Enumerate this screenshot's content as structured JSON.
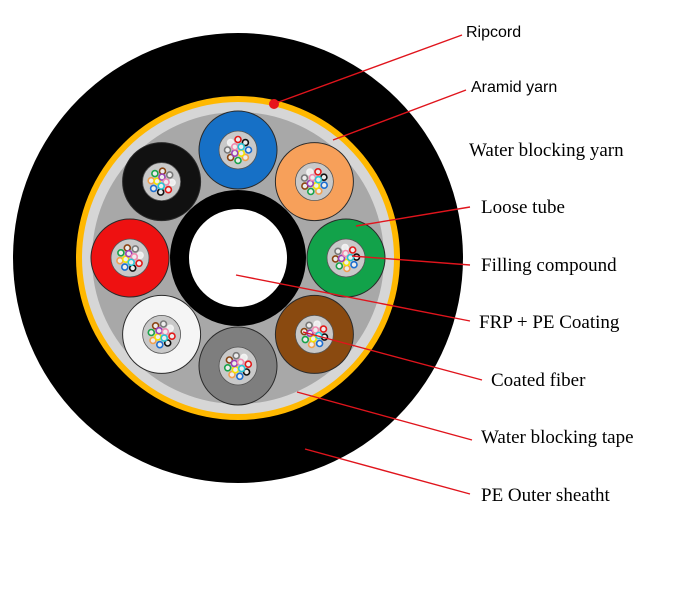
{
  "labels": {
    "ripcord": "Ripcord",
    "aramid_yarn": "Aramid yarn",
    "water_blocking_yarn": "Water blocking yarn",
    "loose_tube": "Loose tube",
    "filling_compound": "Filling compound",
    "frp_pe_coating": "FRP + PE Coating",
    "coated_fiber": "Coated fiber",
    "water_blocking_tape": "Water blocking tape",
    "pe_outer_sheath": "PE Outer sheatht"
  },
  "colors": {
    "outer_sheath": "#000000",
    "aramid_yarn": "#FFB800",
    "water_blocking_tape": "#D6D6D6",
    "core_fill": "#A8A8A8",
    "ripcord": "#E8141C",
    "leader_line": "#E0141C",
    "fiber_bundle": "#C9C9C9",
    "central_member_ring": "#000000",
    "central_member_core": "#FFFFFF"
  },
  "loose_tubes": [
    {
      "name": "blue",
      "color": "#1670C6"
    },
    {
      "name": "orange",
      "color": "#F7A05A"
    },
    {
      "name": "green",
      "color": "#12A24A"
    },
    {
      "name": "brown",
      "color": "#8A4A10"
    },
    {
      "name": "slate",
      "color": "#7E7E7E"
    },
    {
      "name": "white",
      "color": "#F5F5F5"
    },
    {
      "name": "red",
      "color": "#EE1111"
    },
    {
      "name": "black",
      "color": "#111111"
    }
  ],
  "fiber_colors": [
    "#1D6FD0",
    "#F0A050",
    "#1AA34A",
    "#8B4513",
    "#7A7A7A",
    "#F2F2F2",
    "#E31B1B",
    "#111111",
    "#F2E400",
    "#9B3FB5",
    "#F28AB0",
    "#29C5D4"
  ]
}
